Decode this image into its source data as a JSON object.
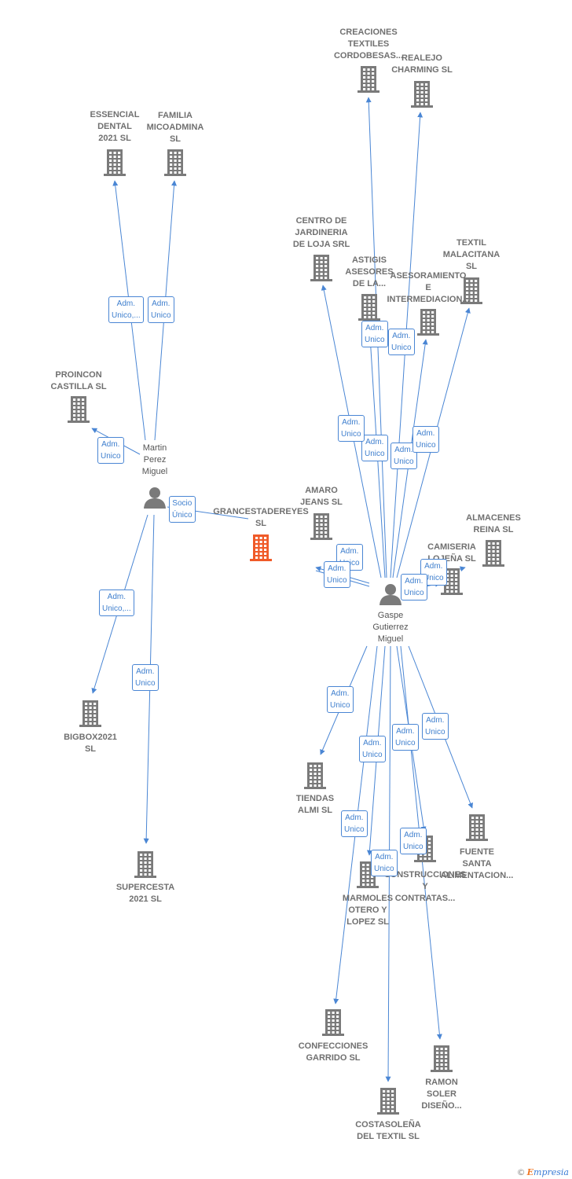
{
  "center": {
    "label": "GRANCESTADEREYES\nSL",
    "color": "#f05a28"
  },
  "people": [
    {
      "id": "martin",
      "label": "Martin\nPerez\nMiguel"
    },
    {
      "id": "gaspe",
      "label": "Gaspe\nGutierrez\nMiguel"
    }
  ],
  "companies": [
    {
      "id": "creaciones",
      "label": "CREACIONES\nTEXTILES\nCORDOBESAS..."
    },
    {
      "id": "realejo",
      "label": "REALEJO\nCHARMING  SL"
    },
    {
      "id": "esencial",
      "label": "ESSENCIAL\nDENTAL\n2021  SL"
    },
    {
      "id": "familia",
      "label": "FAMILIA\nMICOADMINA\nSL"
    },
    {
      "id": "centro",
      "label": "CENTRO DE\nJARDINERIA\nDE LOJA SRL"
    },
    {
      "id": "textil",
      "label": "TEXTIL\nMALACITANA\nSL"
    },
    {
      "id": "astigis",
      "label": "ASTIGIS\nASESORES\nDE LA..."
    },
    {
      "id": "asesoramiento",
      "label": "ASESORAMIENTO\nE\nINTERMEDIACION..."
    },
    {
      "id": "proincon",
      "label": "PROINCON\nCASTILLA  SL"
    },
    {
      "id": "amaro",
      "label": "AMARO\nJEANS  SL"
    },
    {
      "id": "almacenes",
      "label": "ALMACENES\nREINA SL"
    },
    {
      "id": "camiseria",
      "label": "CAMISERIA\nLOJEÑA SL"
    },
    {
      "id": "bigbox",
      "label": "BIGBOX2021\nSL"
    },
    {
      "id": "tiendas",
      "label": "TIENDAS\nALMI SL"
    },
    {
      "id": "fuente",
      "label": "FUENTE\nSANTA\nALIMENTACION..."
    },
    {
      "id": "construcciones",
      "label": "CONSTRUCCIONES\nY\nCONTRATAS..."
    },
    {
      "id": "marmoles",
      "label": "MARMOLES\nOTERO Y\nLOPEZ SL"
    },
    {
      "id": "supercesta",
      "label": "SUPERCESTA\n2021  SL"
    },
    {
      "id": "confecciones",
      "label": "CONFECCIONES\nGARRIDO  SL"
    },
    {
      "id": "ramon",
      "label": "RAMON\nSOLER\nDISEÑO..."
    },
    {
      "id": "costasolena",
      "label": "COSTASOLEÑA\nDEL TEXTIL  SL"
    }
  ],
  "badges": [
    {
      "id": "b-martin-esencial",
      "text": "Adm.\nUnico,..."
    },
    {
      "id": "b-martin-familia",
      "text": "Adm.\nUnico"
    },
    {
      "id": "b-martin-proincon",
      "text": "Adm.\nUnico"
    },
    {
      "id": "b-martin-center",
      "text": "Socio\nÚnico"
    },
    {
      "id": "b-martin-bigbox",
      "text": "Adm.\nUnico,..."
    },
    {
      "id": "b-martin-supercesta",
      "text": "Adm.\nUnico"
    },
    {
      "id": "b-gaspe-astigis",
      "text": "Adm.\nUnico"
    },
    {
      "id": "b-gaspe-asesoramiento",
      "text": "Adm.\nUnico"
    },
    {
      "id": "b-gaspe-centro",
      "text": "Adm.\nUnico"
    },
    {
      "id": "b-gaspe-creaciones",
      "text": "Adm.\nUnico"
    },
    {
      "id": "b-gaspe-realejo",
      "text": "Adm.\nUnico"
    },
    {
      "id": "b-gaspe-textil",
      "text": "Adm.\nUnico"
    },
    {
      "id": "b-gaspe-amaro1",
      "text": "Adm.\nUnico"
    },
    {
      "id": "b-gaspe-amaro2",
      "text": "Adm.\nUnico"
    },
    {
      "id": "b-gaspe-almacenes",
      "text": "Adm.\nUnico"
    },
    {
      "id": "b-gaspe-camiseria",
      "text": "Adm.\nUnico"
    },
    {
      "id": "b-gaspe-tiendas",
      "text": "Adm.\nUnico"
    },
    {
      "id": "b-gaspe-fuente",
      "text": "Adm.\nUnico"
    },
    {
      "id": "b-gaspe-construcciones",
      "text": "Adm.\nUnico"
    },
    {
      "id": "b-gaspe-marmoles",
      "text": "Adm.\nUnico"
    },
    {
      "id": "b-gaspe-confecciones",
      "text": "Adm.\nUnico"
    },
    {
      "id": "b-gaspe-ramon",
      "text": "Adm.\nUnico"
    },
    {
      "id": "b-gaspe-costasolena",
      "text": "Adm.\nUnico"
    }
  ],
  "edge_color": "#4a86d4",
  "icon_color": "#7a7a7a",
  "watermark": {
    "copyright": "©",
    "brand_first": "E",
    "brand_rest": "mpresia"
  }
}
